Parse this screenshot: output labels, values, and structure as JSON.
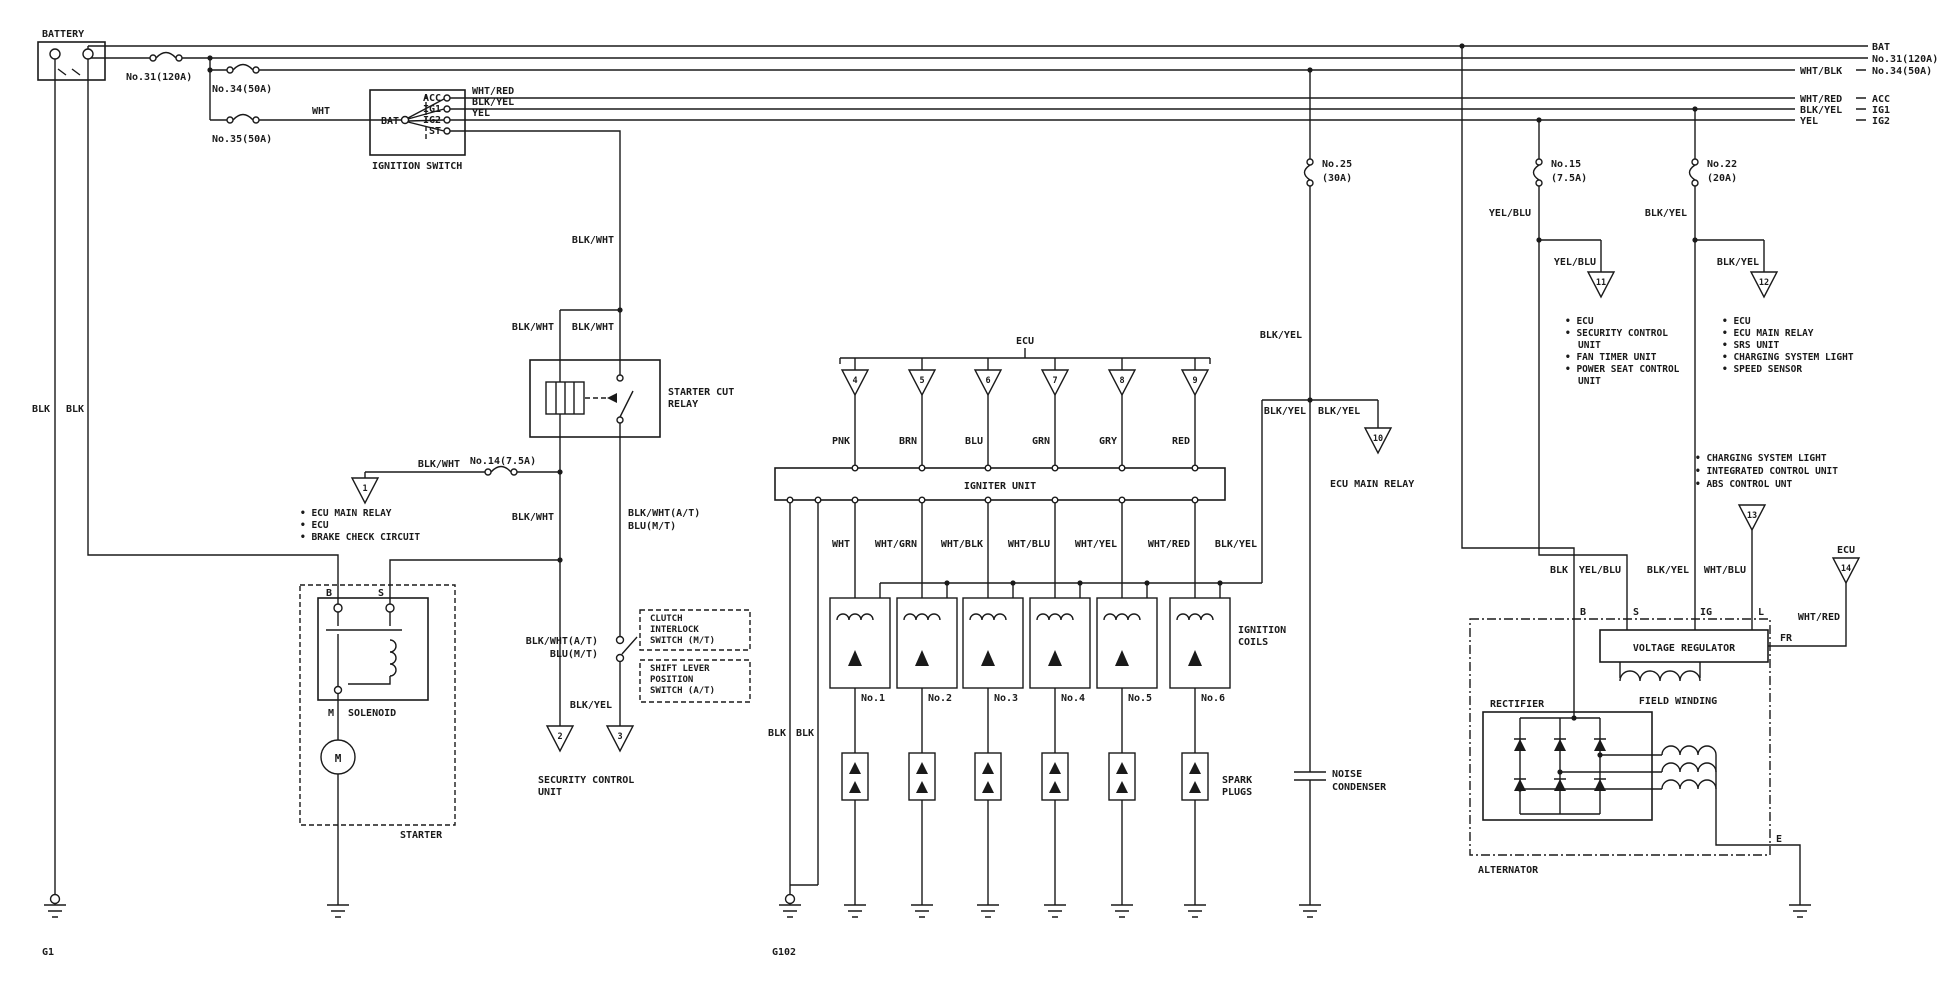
{
  "colors": {
    "ink": "#1a1a1a",
    "bg": "#ffffff"
  },
  "top": {
    "battery": "BATTERY",
    "fuse31": "No.31(120A)",
    "fuse34": "No.34(50A)",
    "fuse35": "No.35(50A)",
    "wht": "WHT",
    "ign_bat": "BAT",
    "ign_acc": "ACC",
    "ign_ig1": "IG1",
    "ign_ig2": "IG2",
    "ign_st": "ST",
    "ignition_switch": "IGNITION SWITCH",
    "out_wht_red": "WHT/RED",
    "out_blk_yel": "BLK/YEL",
    "out_yel": "YEL"
  },
  "right_edge": {
    "bat": "BAT",
    "no31": "No.31(120A)",
    "wht_blk": "WHT/BLK",
    "no34": "No.34(50A)",
    "wht_red": "WHT/RED",
    "acc": "ACC",
    "blk_yel": "BLK/YEL",
    "ig1": "IG1",
    "yel": "YEL",
    "ig2": "IG2"
  },
  "starter_area": {
    "blk1": "BLK",
    "blk2": "BLK",
    "blk_wht_st": "BLK/WHT",
    "blk_wht_l": "BLK/WHT",
    "blk_wht_r": "BLK/WHT",
    "relay1": "STARTER CUT",
    "relay2": "RELAY",
    "fuse14": "No.14(7.5A)",
    "blk_wht_14": "BLK/WHT",
    "list1": "• ECU MAIN RELAY",
    "list2": "• ECU",
    "list3": "• BRAKE CHECK CIRCUIT",
    "blk_wht_below": "BLK/WHT",
    "blk_wht_at1": "BLK/WHT(A/T)",
    "blu_mt1": "BLU(M/T)",
    "blk_wht_at2": "BLK/WHT(A/T)",
    "blu_mt2": "BLU(M/T)",
    "clutch1": "CLUTCH",
    "clutch2": "INTERLOCK",
    "clutch3": "SWITCH  (M/T)",
    "shift1": "SHIFT LEVER",
    "shift2": "POSITION",
    "shift3": "SWITCH  (A/T)",
    "blk_yel_sw": "BLK/YEL",
    "security1": "SECURITY CONTROL",
    "security2": "UNIT",
    "term_b": "B",
    "term_s": "S",
    "term_m": "M",
    "solenoid": "SOLENOID",
    "motor_m": "M",
    "starter": "STARTER",
    "g1": "G1"
  },
  "center": {
    "ecu": "ECU",
    "pnk": "PNK",
    "brn": "BRN",
    "blu": "BLU",
    "grn": "GRN",
    "gry": "GRY",
    "red": "RED",
    "igniter_unit": "IGNITER UNIT",
    "wht": "WHT",
    "wht_grn": "WHT/GRN",
    "wht_blk": "WHT/BLK",
    "wht_blu": "WHT/BLU",
    "wht_yel": "WHT/YEL",
    "wht_red": "WHT/RED",
    "blk_yel_coils": "BLK/YEL",
    "blk_a": "BLK",
    "blk_b": "BLK",
    "coils1": "IGNITION",
    "coils2": "COILS",
    "no1": "No.1",
    "no2": "No.2",
    "no3": "No.3",
    "no4": "No.4",
    "no5": "No.5",
    "no6": "No.6",
    "plugs1": "SPARK",
    "plugs2": "PLUGS",
    "g102": "G102",
    "fuse25a": "No.25",
    "fuse25b": "(30A)",
    "blk_yel_main": "BLK/YEL",
    "blk_yel_sl": "BLK/YEL",
    "blk_yel_sr": "BLK/YEL",
    "ecu_main_relay": "ECU MAIN RELAY",
    "noise1": "NOISE",
    "noise2": "CONDENSER"
  },
  "right_area": {
    "fuse15a": "No.15",
    "fuse15b": "(7.5A)",
    "yel_blu1": "YEL/BLU",
    "yel_blu2": "YEL/BLU",
    "lista1": "• ECU",
    "lista2": "• SECURITY CONTROL",
    "lista3": "UNIT",
    "lista4": "• FAN TIMER UNIT",
    "lista5": "• POWER SEAT CONTROL",
    "lista6": "UNIT",
    "fuse22a": "No.22",
    "fuse22b": "(20A)",
    "blk_yel1": "BLK/YEL",
    "blk_yel2": "BLK/YEL",
    "listb1": "• ECU",
    "listb2": "• ECU MAIN RELAY",
    "listb3": "• SRS UNIT",
    "listb4": "• CHARGING SYSTEM LIGHT",
    "listb5": "• SPEED SENSOR",
    "listc1": "• CHARGING SYSTEM LIGHT",
    "listc2": "• INTEGRATED CONTROL UNIT",
    "listc3": "• ABS CONTROL UNT",
    "blk": "BLK",
    "yel_blu3": "YEL/BLU",
    "blk_yel3": "BLK/YEL",
    "wht_blu": "WHT/BLU",
    "ecu": "ECU",
    "wht_red_fr": "WHT/RED",
    "b": "B",
    "s": "S",
    "ig": "IG",
    "l": "L",
    "voltage_regulator": "VOLTAGE REGULATOR",
    "fr": "FR",
    "field_winding": "FIELD WINDING",
    "rectifier": "RECTIFIER",
    "alternator": "ALTERNATOR",
    "e": "E"
  },
  "connectors": {
    "n1": "1",
    "n2": "2",
    "n3": "3",
    "n4": "4",
    "n5": "5",
    "n6": "6",
    "n7": "7",
    "n8": "8",
    "n9": "9",
    "n10": "10",
    "n11": "11",
    "n12": "12",
    "n13": "13",
    "n14": "14"
  }
}
